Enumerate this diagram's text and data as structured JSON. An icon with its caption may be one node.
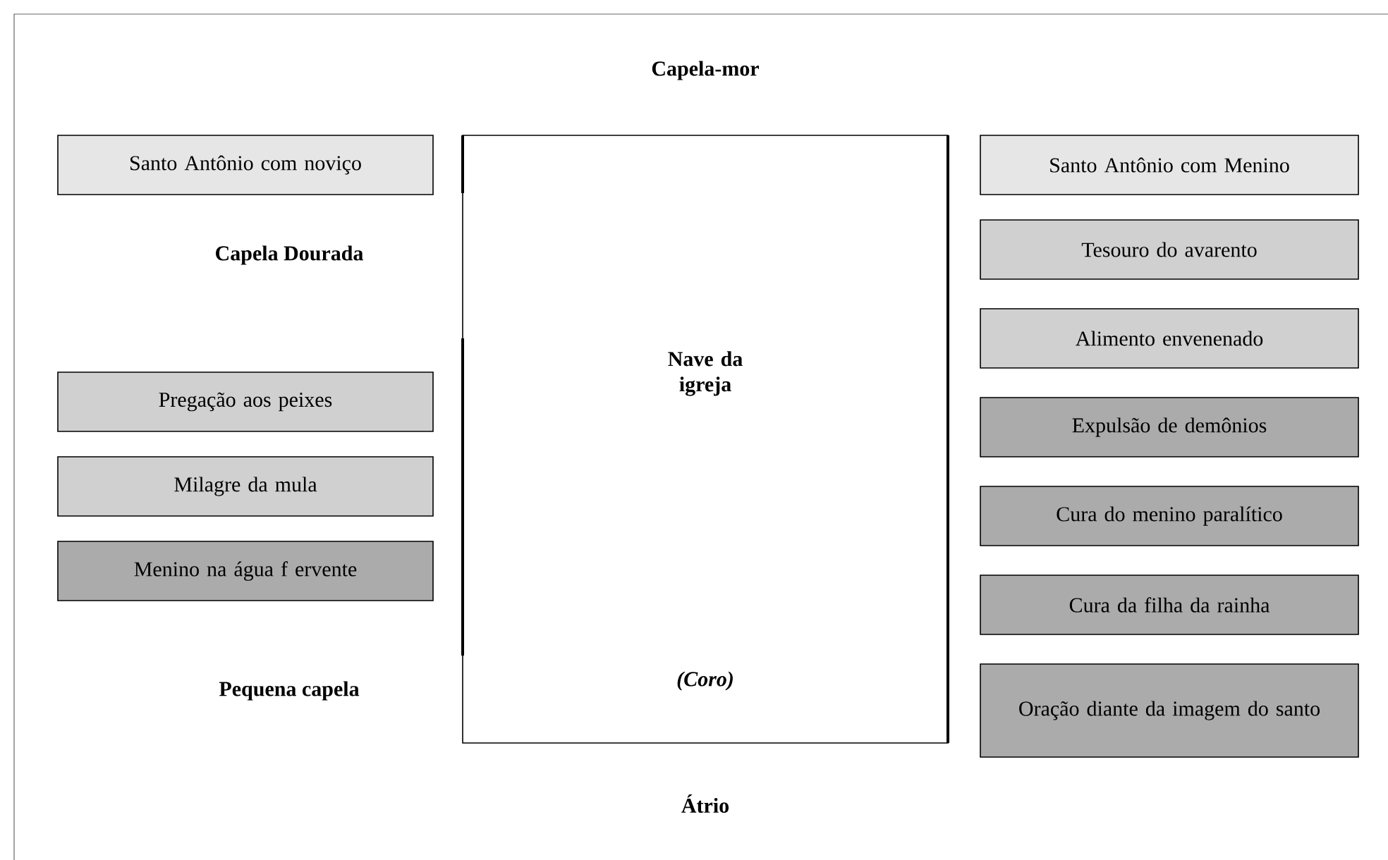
{
  "diagram": {
    "nodes": [
      {
        "text": [
          "Nave da igreja",
          "(Coro)"
        ]
      },
      {
        "text": [
          "Santo Antônio com noviço"
        ]
      },
      {
        "text": [
          "Pregação aos peixes"
        ]
      },
      {
        "text": [
          "Milagre da mula"
        ]
      },
      {
        "text": [
          "Menino na água f ervente"
        ]
      },
      {
        "text": [
          "Santo Antônio com Menino"
        ]
      },
      {
        "text": [
          "Tesouro do avarento"
        ]
      },
      {
        "text": [
          "Alimento envenenado"
        ]
      },
      {
        "text": [
          "Expulsão de demônios"
        ]
      },
      {
        "text": [
          "Cura do menino paralítico"
        ]
      },
      {
        "text": [
          "Cura da filha da rainha"
        ]
      },
      {
        "text": [
          "Oração diante da imagem do santo"
        ]
      }
    ],
    "labels": [
      "Capela-mor",
      "Capela Dourada",
      "Pequena capela",
      "Átrio"
    ]
  }
}
